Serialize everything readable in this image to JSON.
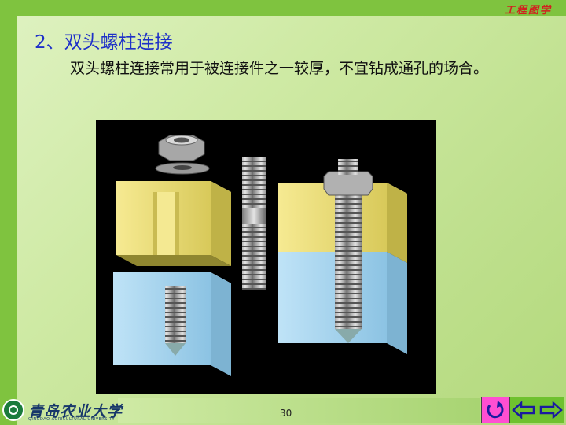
{
  "header": {
    "title": "工程图学"
  },
  "content": {
    "heading": "2、双头螺柱连接",
    "paragraph": "双头螺柱连接常用于被连接件之一较厚，不宜钻成通孔的场合。"
  },
  "footer": {
    "university_name": "青岛农业大学",
    "university_name_en": "QINGDAO AGRICULTURAL UNIVERSITY",
    "page_number": "30"
  },
  "colors": {
    "accent_green": "#7fc33f",
    "heading_blue": "#1e30c8",
    "title_red": "#d21f1f",
    "refresh_button": "#ff4fd2"
  },
  "icons": [
    "university-logo-icon",
    "refresh-icon",
    "back-arrow-icon",
    "forward-arrow-icon"
  ]
}
